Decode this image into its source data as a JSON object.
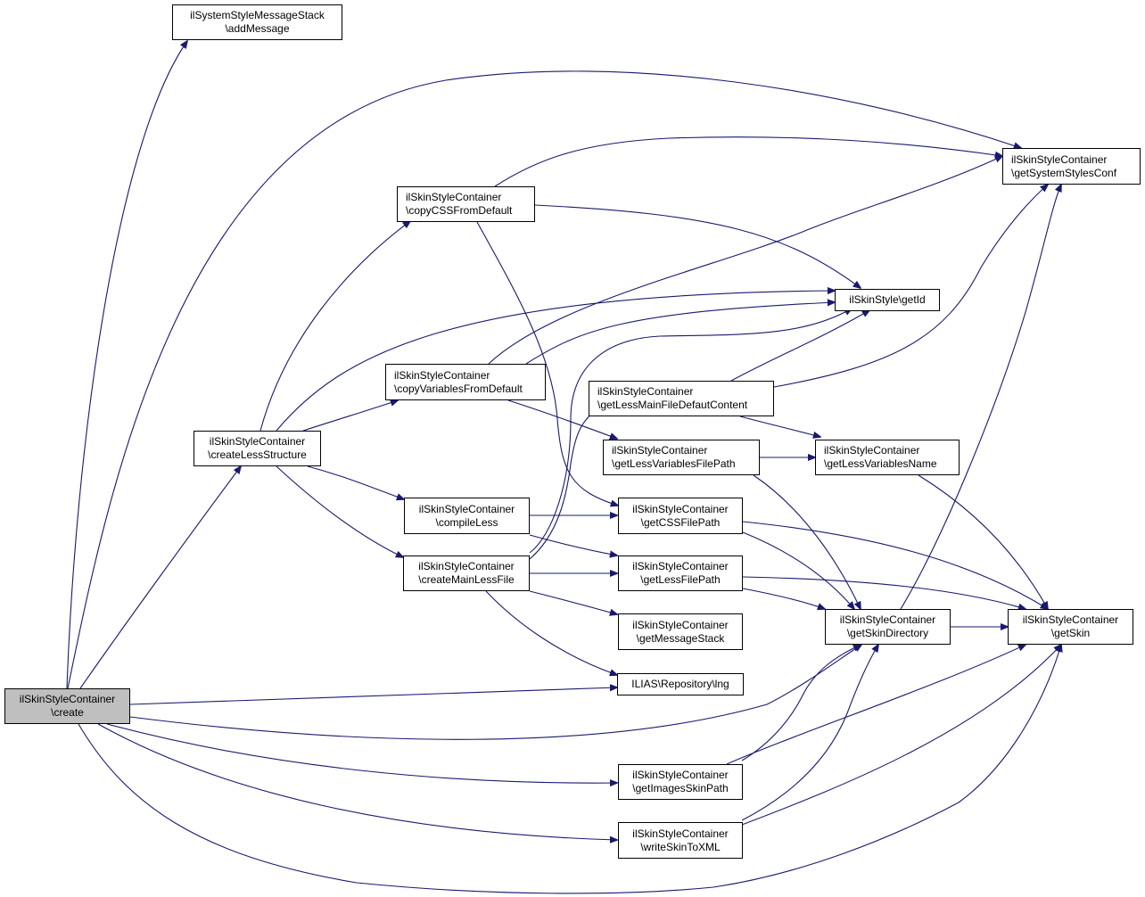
{
  "colors": {
    "edge": "#191970",
    "node_border": "#000000",
    "root_fill": "#bfbfbf",
    "node_fill": "#ffffff"
  },
  "nodes": {
    "create": {
      "line1": "ilSkinStyleContainer",
      "line2": "\\create"
    },
    "addMessage": {
      "line1": "ilSystemStyleMessageStack",
      "line2": "\\addMessage"
    },
    "createLessStructure": {
      "line1": "ilSkinStyleContainer",
      "line2": "\\createLessStructure"
    },
    "copyCSSFromDefault": {
      "line1": "ilSkinStyleContainer",
      "line2": "\\copyCSSFromDefault"
    },
    "copyVariablesFromDefault": {
      "line1": "ilSkinStyleContainer",
      "line2": "\\copyVariablesFromDefault"
    },
    "compileLess": {
      "line1": "ilSkinStyleContainer",
      "line2": "\\compileLess"
    },
    "createMainLessFile": {
      "line1": "ilSkinStyleContainer",
      "line2": "\\createMainLessFile"
    },
    "getSystemStylesConf": {
      "line1": "ilSkinStyleContainer",
      "line2": "\\getSystemStylesConf"
    },
    "getId": {
      "line1": "ilSkinStyle\\getId",
      "line2": ""
    },
    "getLessMainFileDefautContent": {
      "line1": "ilSkinStyleContainer",
      "line2": "\\getLessMainFileDefautContent"
    },
    "getLessVariablesFilePath": {
      "line1": "ilSkinStyleContainer",
      "line2": "\\getLessVariablesFilePath"
    },
    "getLessVariablesName": {
      "line1": "ilSkinStyleContainer",
      "line2": "\\getLessVariablesName"
    },
    "getCSSFilePath": {
      "line1": "ilSkinStyleContainer",
      "line2": "\\getCSSFilePath"
    },
    "getLessFilePath": {
      "line1": "ilSkinStyleContainer",
      "line2": "\\getLessFilePath"
    },
    "getMessageStack": {
      "line1": "ilSkinStyleContainer",
      "line2": "\\getMessageStack"
    },
    "lng": {
      "line1": "ILIAS\\Repository\\lng",
      "line2": ""
    },
    "getSkinDirectory": {
      "line1": "ilSkinStyleContainer",
      "line2": "\\getSkinDirectory"
    },
    "getSkin": {
      "line1": "ilSkinStyleContainer",
      "line2": "\\getSkin"
    },
    "getImagesSkinPath": {
      "line1": "ilSkinStyleContainer",
      "line2": "\\getImagesSkinPath"
    },
    "writeSkinToXML": {
      "line1": "ilSkinStyleContainer",
      "line2": "\\writeSkinToXML"
    }
  },
  "edges": [
    [
      "create",
      "addMessage"
    ],
    [
      "create",
      "getSystemStylesConf"
    ],
    [
      "create",
      "createLessStructure"
    ],
    [
      "create",
      "lng"
    ],
    [
      "create",
      "getSkinDirectory"
    ],
    [
      "create",
      "getImagesSkinPath"
    ],
    [
      "create",
      "writeSkinToXML"
    ],
    [
      "create",
      "getSkin"
    ],
    [
      "createLessStructure",
      "copyCSSFromDefault"
    ],
    [
      "createLessStructure",
      "getId"
    ],
    [
      "createLessStructure",
      "copyVariablesFromDefault"
    ],
    [
      "createLessStructure",
      "compileLess"
    ],
    [
      "createLessStructure",
      "createMainLessFile"
    ],
    [
      "copyCSSFromDefault",
      "getSystemStylesConf"
    ],
    [
      "copyCSSFromDefault",
      "getId"
    ],
    [
      "copyCSSFromDefault",
      "getCSSFilePath"
    ],
    [
      "copyVariablesFromDefault",
      "getSystemStylesConf"
    ],
    [
      "copyVariablesFromDefault",
      "getId"
    ],
    [
      "copyVariablesFromDefault",
      "getLessVariablesFilePath"
    ],
    [
      "compileLess",
      "getCSSFilePath"
    ],
    [
      "compileLess",
      "getLessFilePath"
    ],
    [
      "createMainLessFile",
      "getLessMainFileDefautContent"
    ],
    [
      "createMainLessFile",
      "getId"
    ],
    [
      "createMainLessFile",
      "getLessFilePath"
    ],
    [
      "createMainLessFile",
      "getMessageStack"
    ],
    [
      "createMainLessFile",
      "lng"
    ],
    [
      "getLessMainFileDefautContent",
      "getId"
    ],
    [
      "getLessMainFileDefautContent",
      "getSystemStylesConf"
    ],
    [
      "getLessMainFileDefautContent",
      "getLessVariablesName"
    ],
    [
      "getLessVariablesFilePath",
      "getLessVariablesName"
    ],
    [
      "getLessVariablesFilePath",
      "getSkinDirectory"
    ],
    [
      "getLessVariablesName",
      "getSkin"
    ],
    [
      "getCSSFilePath",
      "getSkinDirectory"
    ],
    [
      "getCSSFilePath",
      "getSkin"
    ],
    [
      "getLessFilePath",
      "getSkinDirectory"
    ],
    [
      "getLessFilePath",
      "getSkin"
    ],
    [
      "getSkinDirectory",
      "getSystemStylesConf"
    ],
    [
      "getSkinDirectory",
      "getSkin"
    ],
    [
      "getImagesSkinPath",
      "getSkinDirectory"
    ],
    [
      "getImagesSkinPath",
      "getSkin"
    ],
    [
      "writeSkinToXML",
      "getSkinDirectory"
    ],
    [
      "writeSkinToXML",
      "getSkin"
    ]
  ]
}
